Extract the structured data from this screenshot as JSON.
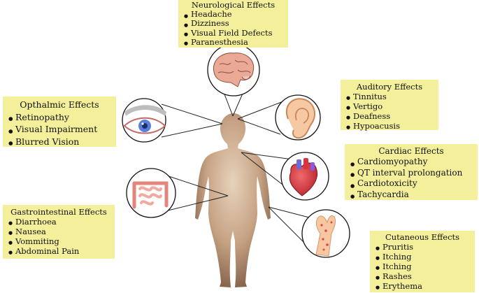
{
  "neurological": {
    "title": "Neurological Effects",
    "items": [
      "Headache",
      "Dizziness",
      "Visual Field Defects",
      "Paranesthesia"
    ]
  },
  "auditory": {
    "title": "Auditory Effects",
    "items": [
      "Tinnitus",
      "Vertigo",
      "Deafness",
      "Hypoacusis"
    ]
  },
  "ophthalmic": {
    "title": "Opthalmic  Effects",
    "items": [
      "Retinopathy",
      "Visual Impairment",
      "Blurred Vision"
    ]
  },
  "cardiac": {
    "title": "Cardiac Effects",
    "items": [
      "Cardiomyopathy",
      "QT interval prolongation",
      "Cardiotoxicity",
      "Tachycardia"
    ]
  },
  "gastrointestinal": {
    "title": "Gastrointestinal Effects",
    "items": [
      "Diarrhoea",
      "Nausea",
      "Vommiting",
      "Abdominal Pain"
    ]
  },
  "cutaneous": {
    "title": "Cutaneous Effects",
    "items": [
      "Pruritis",
      "Itching",
      "Itching",
      "Rashes",
      "Erythema"
    ]
  },
  "colors": {
    "box_fill": "#f3ef9b",
    "body_light": "#d9bfa6",
    "body_dark": "#8a6a52",
    "ear": "#f7c9a2",
    "heart": "#d8343f",
    "eye_iris": "#5a7fd8"
  }
}
